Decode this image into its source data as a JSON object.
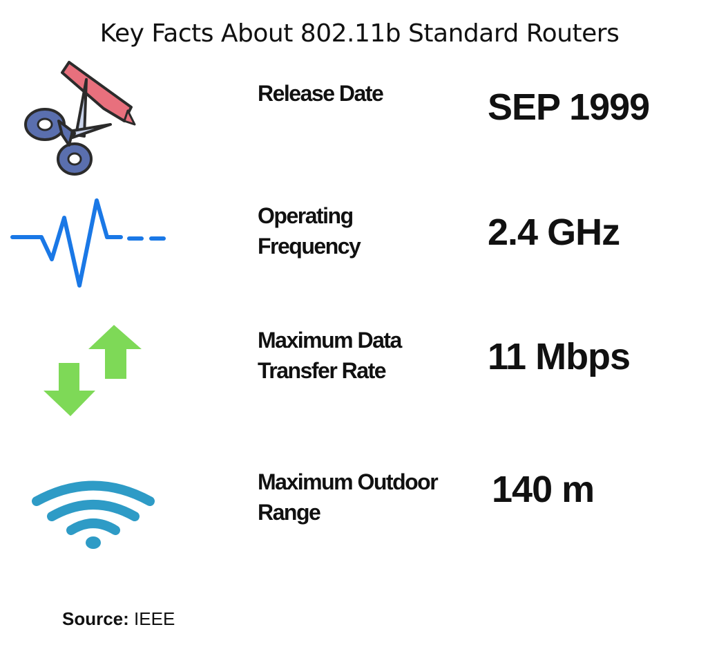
{
  "title": "Key Facts About 802.11b Standard Routers",
  "colors": {
    "scissors_handle": "#5a6fae",
    "ribbon": "#e8707d",
    "wave": "#1a78e6",
    "arrows": "#7ed957",
    "wifi": "#2e9bc6"
  },
  "facts": [
    {
      "label_lines": [
        "Release Date"
      ],
      "value": "SEP 1999",
      "icon": "scissors-ribbon-icon"
    },
    {
      "label_lines": [
        "Operating",
        "Frequency"
      ],
      "value": "2.4 GHz",
      "icon": "frequency-wave-icon"
    },
    {
      "label_lines": [
        "Maximum Data",
        "Transfer Rate"
      ],
      "value": "11 Mbps",
      "icon": "up-down-arrows-icon"
    },
    {
      "label_lines": [
        "Maximum Outdoor",
        "Range"
      ],
      "value": "140 m",
      "icon": "wifi-icon"
    }
  ],
  "source": {
    "label": "Source:",
    "value": "IEEE"
  }
}
